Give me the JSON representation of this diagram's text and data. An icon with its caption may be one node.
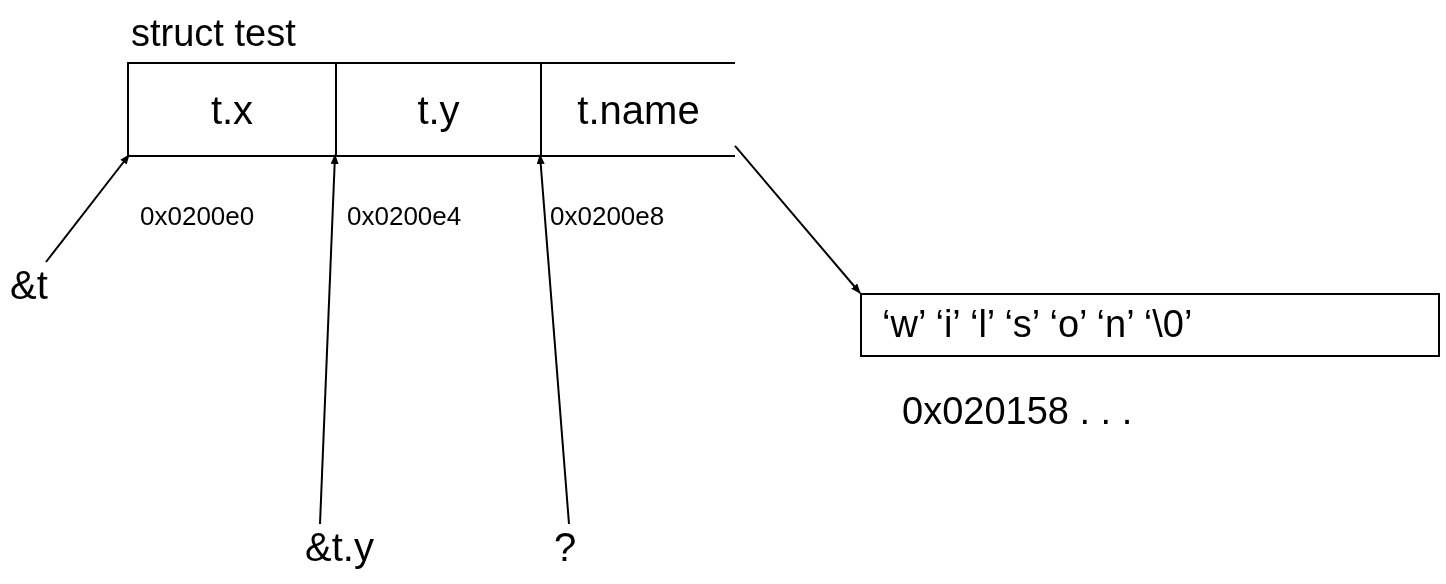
{
  "diagram": {
    "nodes": [
      {
        "text": [
          "struct test"
        ]
      },
      {
        "text": [
          "t.x"
        ],
        "in": 0
      },
      {
        "text": [
          "t.y"
        ],
        "in": 0
      },
      {
        "text": [
          "t.name"
        ],
        "in": 0
      },
      {
        "text": [
          "&t"
        ]
      },
      {
        "text": [
          "&t.y"
        ]
      },
      {
        "text": [
          "?"
        ]
      },
      {
        "text": [
          "‘w’ ‘i’ ‘l’ ‘s’ ‘o’ ‘n’ ‘\\0’"
        ],
        "beside": [
          "0x020158 . . ."
        ]
      }
    ],
    "edges": [
      {
        "from": 4,
        "to": 1,
        "arrow": "to"
      },
      {
        "from": 5,
        "to": 2,
        "arrow": "to"
      },
      {
        "from": 6,
        "to": 3,
        "arrow": "to"
      },
      {
        "from": 3,
        "to": 7,
        "arrow": "to"
      }
    ],
    "labels": [
      "0x0200e0",
      "0x0200e4",
      "0x0200e8"
    ]
  }
}
